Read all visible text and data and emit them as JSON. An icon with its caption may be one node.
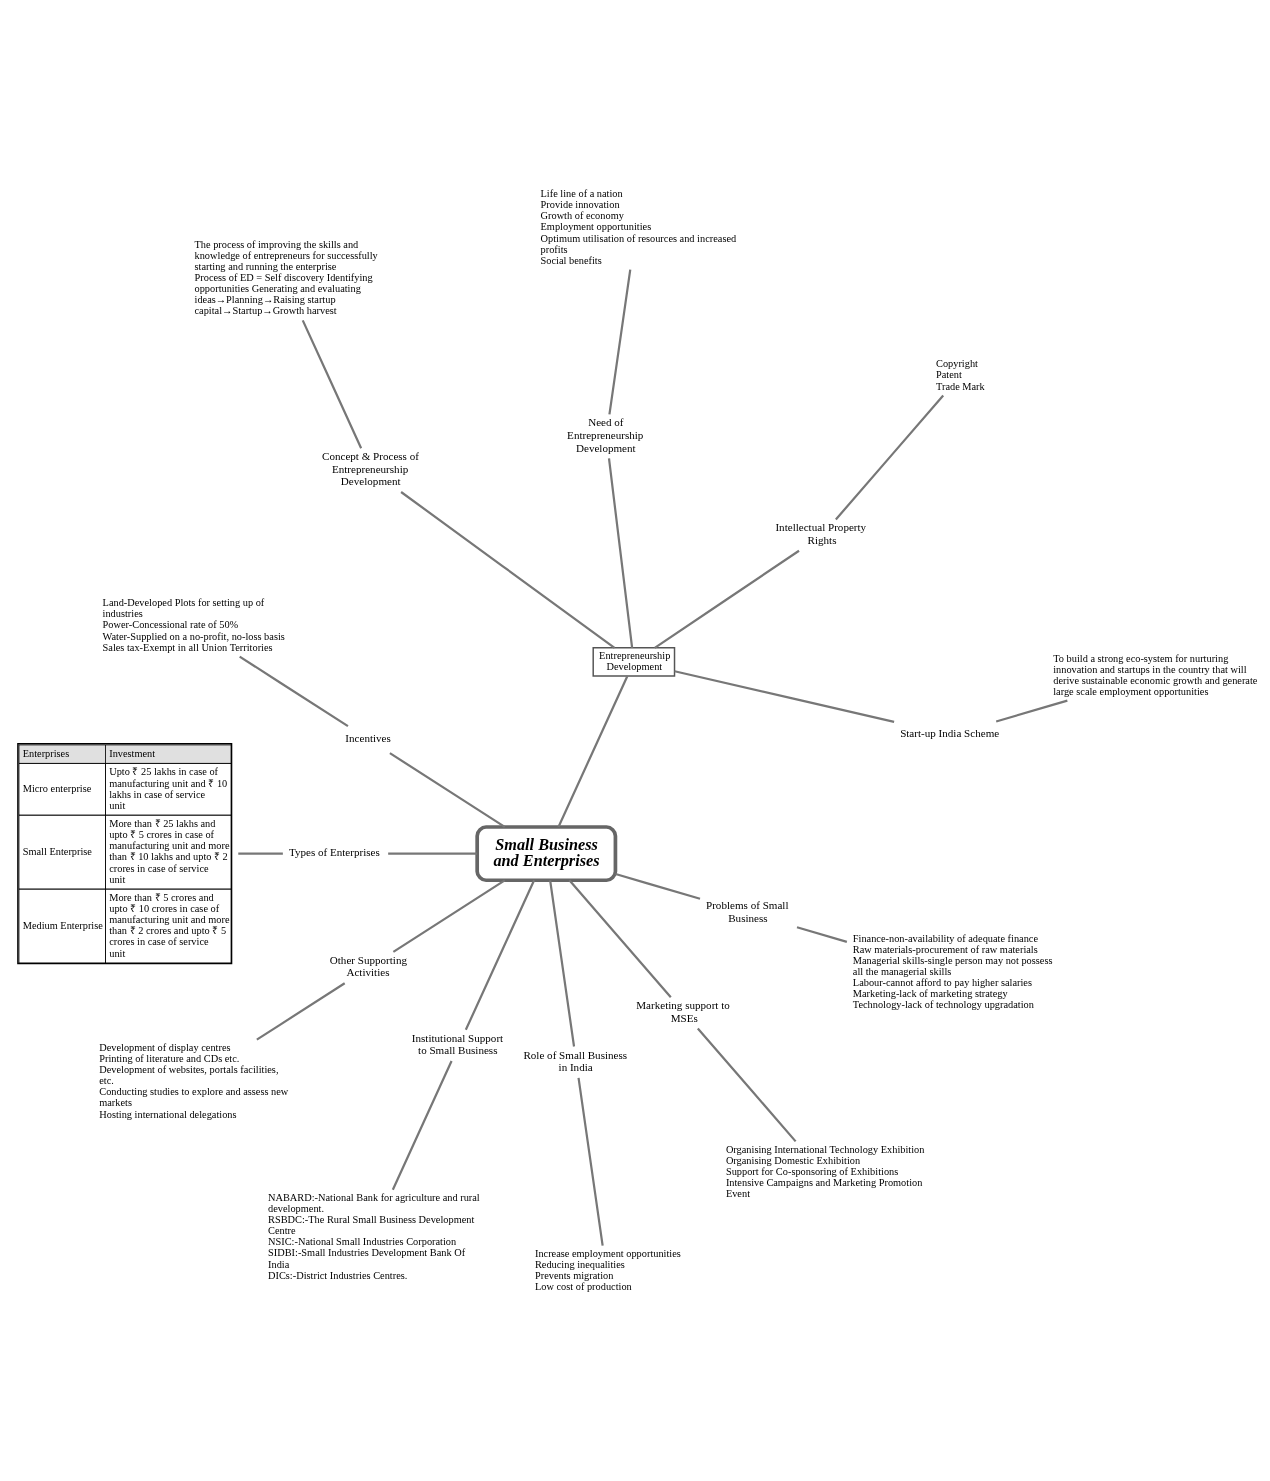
{
  "diagram": {
    "nodes": [
      {
        "text": [
          "Small Business and Enterprises"
        ]
      },
      {
        "text": [
          "Entrepreneurship Development"
        ]
      },
      {
        "text": [
          "Start-up India Scheme"
        ]
      },
      {
        "text": [
          "To build a strong eco-system for nurturing innovation and startups in the country that will derive sustainable economic growth and generate large scale employment opportunities"
        ]
      },
      {
        "text": [
          "Intellectual Property Rights"
        ]
      },
      {
        "text": [
          "Copyright",
          "Patent",
          "Trade Mark"
        ]
      },
      {
        "text": [
          "Need of Entrepreneurship Development"
        ]
      },
      {
        "text": [
          "Life line of a nation",
          "Provide innovation",
          "Growth of economy",
          "Employment opportunities",
          "Optimum utilisation of resources and increased profits",
          "Social benefits"
        ]
      },
      {
        "text": [
          "Concept & Process of Entrepreneurship Development"
        ]
      },
      {
        "text": [
          "The process of improving the skills and knowledge of entrepreneurs for successfully starting and running the enterprise",
          "Process of ED = Self discovery Identifying opportunities Generating and evaluating ideas→Planning→Raising startup capital→Startup→Growth harvest"
        ]
      },
      {
        "text": [
          "Incentives"
        ]
      },
      {
        "text": [
          "Land-Developed Plots for setting up of industries",
          "Power-Concessional rate of 50%",
          "Water-Supplied on a no-profit, no-loss basis",
          "Sales tax-Exempt in all Union Territories"
        ]
      },
      {
        "text": [
          "Types of Enterprises"
        ]
      },
      {
        "text": [
          "Enterprises",
          "Investment",
          "Micro enterprise",
          "Upto ₹ 25 lakhs in case of manufacturing unit and ₹ 10 lakhs in case of service unit",
          "Small Enterprise",
          "More than ₹ 25 lakhs and upto ₹ 5 crores in case of manufacturing unit and more than ₹ 10 lakhs and upto ₹ 2 crores in case of service unit",
          "Medium Enterprise",
          "More than ₹ 5 crores and upto ₹ 10 crores in case of manufacturing unit and more than ₹ 2 crores and upto ₹ 5 crores in case of service unit"
        ]
      },
      {
        "text": [
          "Other Supporting Activities"
        ]
      },
      {
        "text": [
          "Development of display centres",
          "Printing of literature and CDs etc.",
          "Development of websites, portals facilities, etc.",
          "Conducting studies to explore and assess new markets",
          "Hosting international delegations"
        ]
      },
      {
        "text": [
          "Institutional Support to Small Business"
        ]
      },
      {
        "text": [
          "NABARD:-National Bank for agriculture and rural development.",
          "RSBDC:-The Rural Small Business Development Centre",
          "NSIC:-National Small Industries Corporation",
          "SIDBI:-Small Industries Development Bank Of India",
          "DICs:-District Industries Centres."
        ]
      },
      {
        "text": [
          "Role of Small Business in India"
        ]
      },
      {
        "text": [
          "Increase employment opportunities",
          "Reducing inequalities",
          "Prevents migration",
          "Low cost of production"
        ]
      },
      {
        "text": [
          "Marketing support to MSEs"
        ]
      },
      {
        "text": [
          "Organising International Technology Exhibition",
          "Organising Domestic Exhibition",
          "Support for Co-sponsoring of Exhibitions",
          "Intensive Campaigns and Marketing Promotion Event"
        ]
      },
      {
        "text": [
          "Problems of Small Business"
        ]
      },
      {
        "text": [
          "Finance-non-availability of adequate finance",
          "Raw materials-procurement of raw materials",
          "Managerial skills-single person may not possess all the managerial skills",
          "Labour-cannot afford to pay higher salaries",
          "Marketing-lack of marketing strategy",
          "Technology-lack of technology upgradation"
        ]
      }
    ],
    "edges": [
      {
        "from": 0,
        "to": 1,
        "arrow": "none"
      },
      {
        "from": 1,
        "to": 2,
        "arrow": "none"
      },
      {
        "from": 2,
        "to": 3,
        "arrow": "none"
      },
      {
        "from": 1,
        "to": 4,
        "arrow": "none"
      },
      {
        "from": 4,
        "to": 5,
        "arrow": "none"
      },
      {
        "from": 1,
        "to": 6,
        "arrow": "none"
      },
      {
        "from": 6,
        "to": 7,
        "arrow": "none"
      },
      {
        "from": 1,
        "to": 8,
        "arrow": "none"
      },
      {
        "from": 8,
        "to": 9,
        "arrow": "none"
      },
      {
        "from": 0,
        "to": 10,
        "arrow": "none"
      },
      {
        "from": 10,
        "to": 11,
        "arrow": "none"
      },
      {
        "from": 0,
        "to": 12,
        "arrow": "none"
      },
      {
        "from": 12,
        "to": 13,
        "arrow": "none"
      },
      {
        "from": 0,
        "to": 14,
        "arrow": "none"
      },
      {
        "from": 14,
        "to": 15,
        "arrow": "none"
      },
      {
        "from": 0,
        "to": 16,
        "arrow": "none"
      },
      {
        "from": 16,
        "to": 17,
        "arrow": "none"
      },
      {
        "from": 0,
        "to": 18,
        "arrow": "none"
      },
      {
        "from": 18,
        "to": 19,
        "arrow": "none"
      },
      {
        "from": 0,
        "to": 20,
        "arrow": "none"
      },
      {
        "from": 20,
        "to": 21,
        "arrow": "none"
      },
      {
        "from": 0,
        "to": 22,
        "arrow": "none"
      },
      {
        "from": 22,
        "to": 23,
        "arrow": "none"
      }
    ]
  }
}
